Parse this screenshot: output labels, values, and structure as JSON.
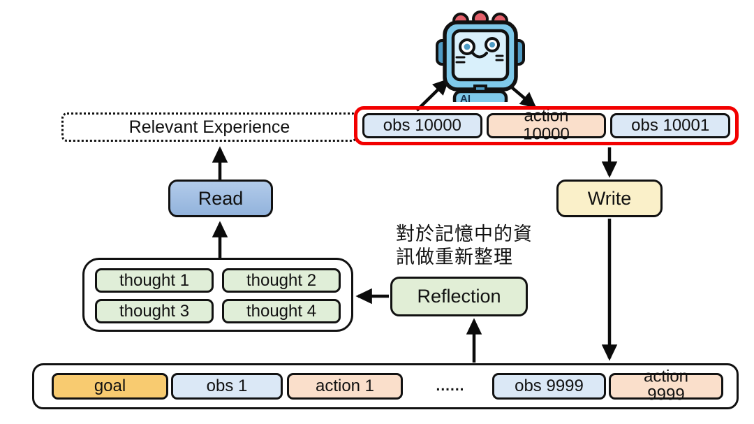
{
  "robot": {
    "label": "AI",
    "icon": "ai-robot-icon"
  },
  "relevant_experience": {
    "label": "Relevant Experience"
  },
  "current_experience": {
    "items": [
      {
        "label": "obs 10000",
        "type": "obs"
      },
      {
        "label": "action 10000",
        "type": "action"
      },
      {
        "label": "obs 10001",
        "type": "obs"
      }
    ]
  },
  "read": {
    "label": "Read"
  },
  "write": {
    "label": "Write"
  },
  "thoughts": {
    "items": [
      {
        "label": "thought 1"
      },
      {
        "label": "thought 2"
      },
      {
        "label": "thought 3"
      },
      {
        "label": "thought 4"
      }
    ]
  },
  "reflection": {
    "label": "Reflection",
    "annotation_lines": [
      "對於記憶中的資",
      "訊做重新整理"
    ]
  },
  "trajectory": {
    "items": [
      {
        "label": "goal",
        "type": "goal"
      },
      {
        "label": "obs 1",
        "type": "obs"
      },
      {
        "label": "action 1",
        "type": "action"
      },
      {
        "label": "......",
        "type": "ellipsis"
      },
      {
        "label": "obs 9999",
        "type": "obs"
      },
      {
        "label": "action 9999",
        "type": "action"
      }
    ]
  },
  "colors": {
    "obs_chip": "#dbe8f6",
    "action_chip": "#fadfcb",
    "goal_chip": "#f8cb70",
    "thought_chip": "#e0eed8",
    "reflection_fill": "#e1eed6",
    "read_fill": "#a1c0e4",
    "write_fill": "#faf0c9",
    "highlight_border": "#f20000",
    "outline": "#111111",
    "robot_blue": "#7fc9ea",
    "robot_screen": "#d9f0fb",
    "robot_dark_blue": "#4f9bc4",
    "robot_bump_red": "#e4606b"
  }
}
